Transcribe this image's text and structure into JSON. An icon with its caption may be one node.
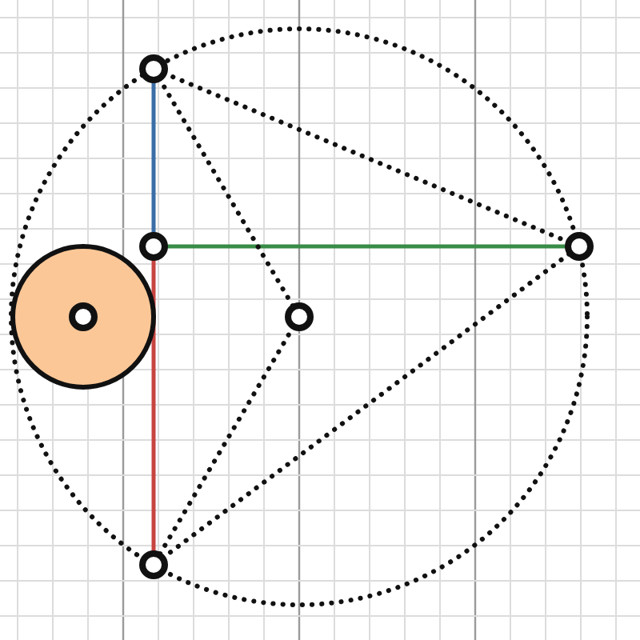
{
  "diagram": {
    "nodes": [
      {
        "text": [],
        "shape": "circle"
      },
      {
        "text": [],
        "shape": "circle"
      },
      {
        "text": [],
        "shape": "circle"
      },
      {
        "text": [],
        "shape": "circle",
        "in": 2
      },
      {
        "text": [],
        "shape": "circle"
      },
      {
        "text": [],
        "shape": "circle"
      },
      {
        "text": [],
        "shape": "circle"
      }
    ],
    "edges": [
      {
        "from": 0,
        "to": 1,
        "arrow": "none",
        "color": "#3b6ea5"
      },
      {
        "from": 1,
        "to": 6,
        "arrow": "none",
        "color": "#c74440"
      },
      {
        "from": 1,
        "to": 5,
        "arrow": "none",
        "color": "#388c46"
      },
      {
        "from": 0,
        "to": 5,
        "arrow": "none",
        "style": "dashed"
      },
      {
        "from": 0,
        "to": 4,
        "arrow": "none",
        "style": "dashed"
      },
      {
        "from": 4,
        "to": 6,
        "arrow": "none",
        "style": "dashed"
      },
      {
        "from": 6,
        "to": 5,
        "arrow": "none",
        "style": "dashed"
      }
    ]
  }
}
